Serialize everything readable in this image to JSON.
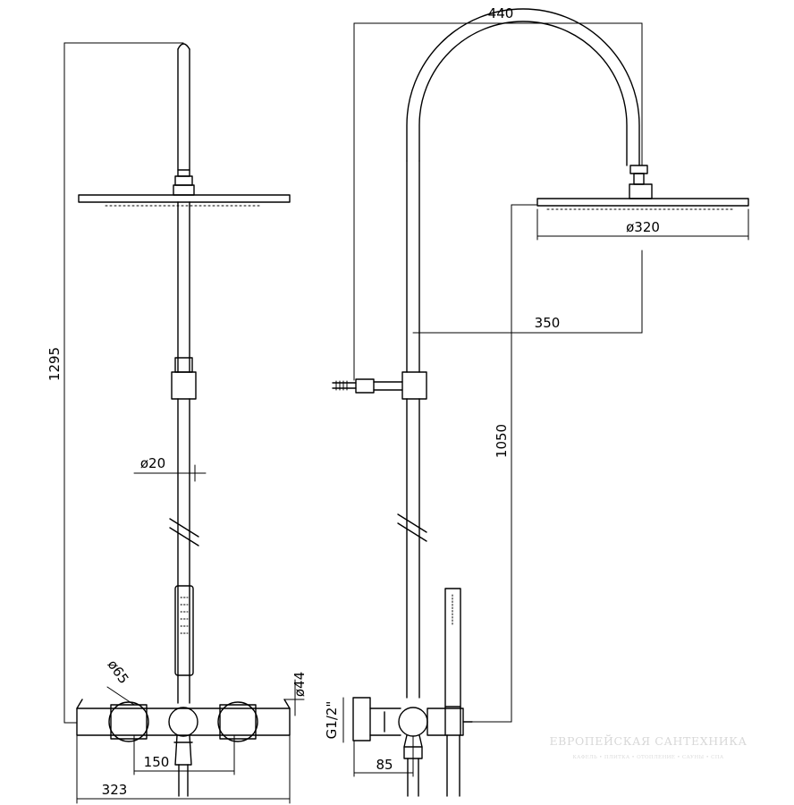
{
  "dimensions": {
    "width_top": "440",
    "height_total": "1295",
    "diameter_head": "ø320",
    "arm_reach": "350",
    "outlet_height": "1050",
    "diameter_pipe": "ø20",
    "diameter_knob": "ø65",
    "diameter_body": "ø44",
    "inlet_thread": "G1/2\"",
    "inlet_spacing": "150",
    "body_width": "323",
    "wall_offset": "85"
  },
  "watermark": {
    "title": "ЕВРОПЕЙСКАЯ САНТЕХНИКА",
    "subtitle": "КАФЕЛЬ • ПЛИТКА • ОТОПЛЕНИЕ • САУНЫ • СПА"
  },
  "colors": {
    "line": "#000000",
    "watermark": "#d8d8d8",
    "background": "#ffffff"
  }
}
